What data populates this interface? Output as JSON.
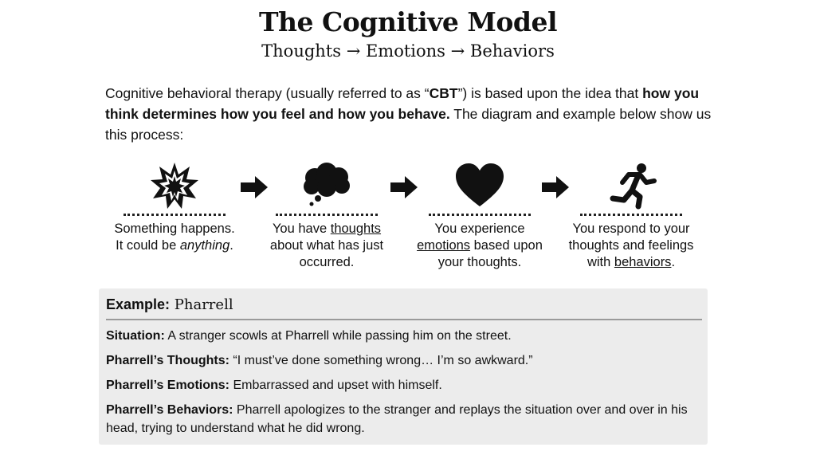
{
  "header": {
    "title": "The Cognitive Model",
    "subtitle": "Thoughts → Emotions → Behaviors"
  },
  "intro": {
    "part1": "Cognitive behavioral therapy (usually referred to as “",
    "cbt": "CBT",
    "part2": "”) is based upon the idea that ",
    "bold": "how you think determines how you feel and how you behave.",
    "part3": " The diagram and example below show us this process:"
  },
  "steps": [
    {
      "icon": "starburst-icon",
      "line1": "Something happens.",
      "line2_prefix": "It could be ",
      "line2_italic": "anything",
      "line2_suffix": "."
    },
    {
      "icon": "thought-bubble-icon",
      "line1_prefix": "You have ",
      "line1_underline": "thoughts",
      "line2": "about what has just",
      "line3": "occurred."
    },
    {
      "icon": "heart-icon",
      "line1": "You experience",
      "line2_underline": "emotions",
      "line2_suffix": " based upon",
      "line3": "your thoughts."
    },
    {
      "icon": "running-person-icon",
      "line1": "You respond to your",
      "line2": "thoughts and feelings",
      "line3_prefix": "with ",
      "line3_underline": "behaviors",
      "line3_suffix": "."
    }
  ],
  "arrows": [
    "arrow-right-icon",
    "arrow-right-icon",
    "arrow-right-icon"
  ],
  "example": {
    "label": "Example:",
    "name": " Pharrell",
    "situation_label": "Situation:",
    "situation_text": " A stranger scowls at Pharrell while passing him on the street.",
    "thoughts_label": "Pharrell’s Thoughts:",
    "thoughts_text": " “I must’ve done something wrong… I’m so awkward.”",
    "emotions_label": "Pharrell’s Emotions:",
    "emotions_text": " Embarrassed and upset with himself.",
    "behaviors_label": "Pharrell’s Behaviors:",
    "behaviors_text": " Pharrell apologizes to the stranger and replays the situation over and over in his head, trying to understand what he did wrong."
  }
}
